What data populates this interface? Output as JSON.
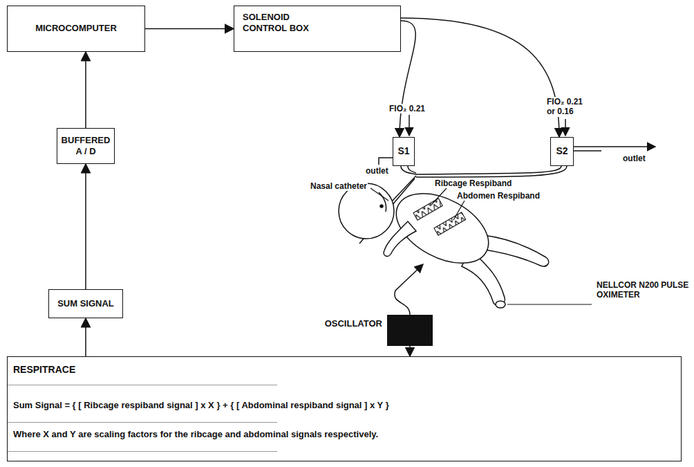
{
  "diagram": {
    "nodes": [
      {
        "text": [
          "MICROCOMPUTER"
        ]
      },
      {
        "text": [
          "SOLENOID CONTROL BOX"
        ]
      },
      {
        "text": [
          "BUFFERED A / D"
        ]
      },
      {
        "text": [
          "SUM SIGNAL"
        ]
      },
      {
        "text": [
          "OSCILLATOR"
        ]
      },
      {
        "text": [
          "RESPITRACE",
          "Sum Signal = { [ Ribcage respiband signal ] x X } + { [ Abdominal respiband signal ] x Y }",
          "Where X and Y are scaling factors for the ribcage and abdominal signals respectively."
        ]
      },
      {
        "text": [
          "S1"
        ]
      },
      {
        "text": [
          "S2"
        ]
      }
    ],
    "edges": [
      {
        "from": 2,
        "to": 0,
        "arrow": "to"
      },
      {
        "from": 3,
        "to": 2,
        "arrow": "to"
      },
      {
        "from": 5,
        "to": 3,
        "arrow": "to"
      },
      {
        "from": 0,
        "to": 1,
        "arrow": "to"
      },
      {
        "from": 1,
        "to": 6,
        "arrow": "to"
      },
      {
        "from": 1,
        "to": 7,
        "arrow": "to"
      },
      {
        "from": 4,
        "to": 5,
        "arrow": "to"
      }
    ],
    "labels": [
      "FIO₂ 0.21",
      "FIO₂ 0.21 or 0.16",
      "outlet",
      "outlet",
      "Nasal catheter",
      "Ribcage Respiband",
      "Abdomen Respiband",
      "NELLCOR N200 PULSE OXIMETER"
    ]
  }
}
